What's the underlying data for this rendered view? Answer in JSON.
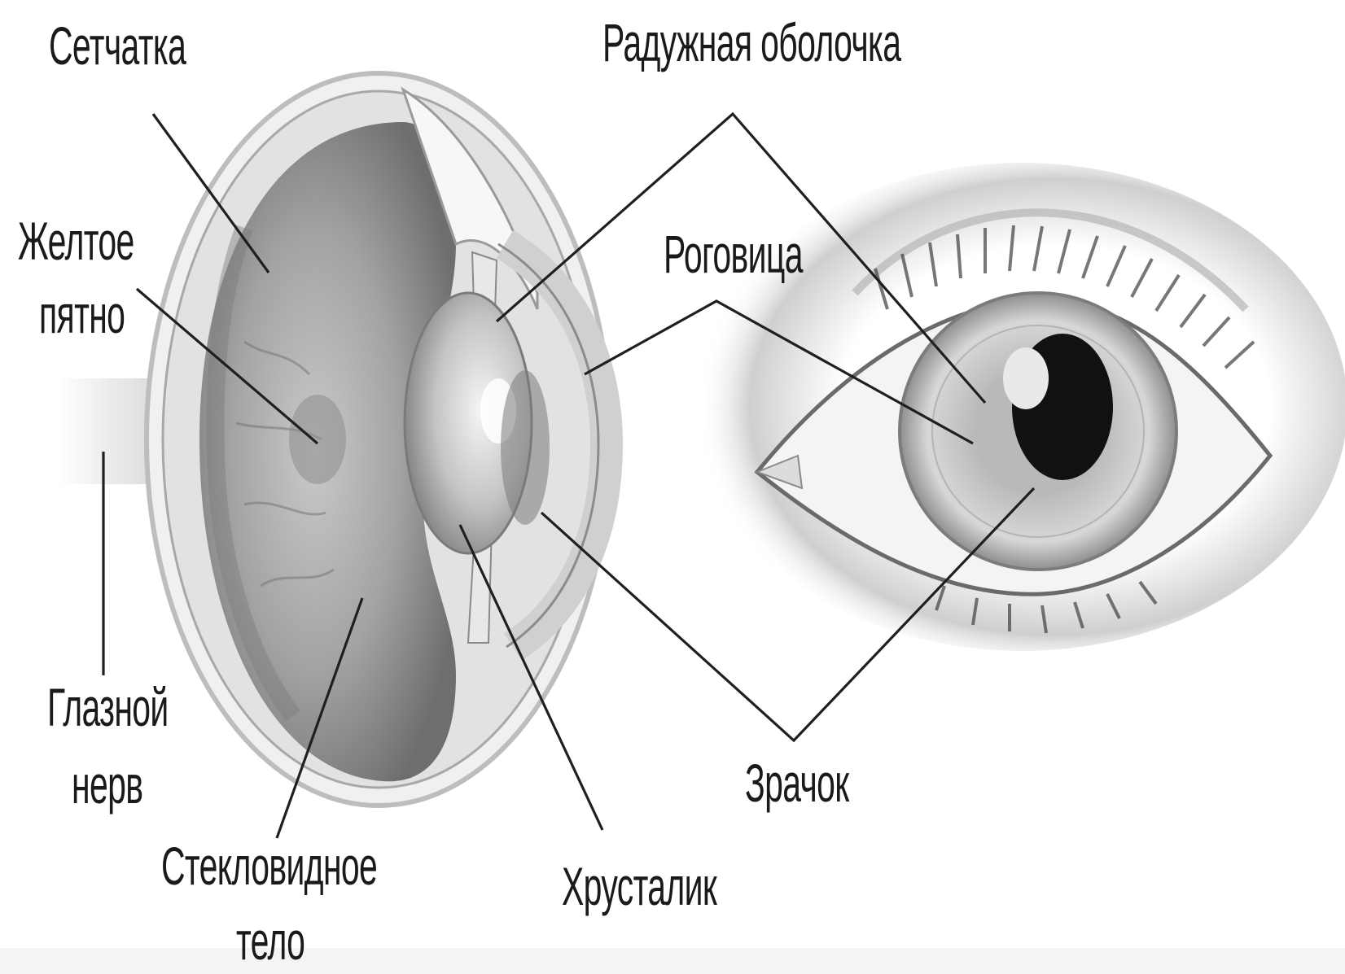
{
  "labels": {
    "retina": "Сетчатка",
    "iris": "Радужная оболочка",
    "macula_line1": "Желтое",
    "macula_line2": "пятно",
    "cornea": "Роговица",
    "optic_nerve_line1": "Глазной",
    "optic_nerve_line2": "нерв",
    "vitreous_line1": "Стекловидное",
    "vitreous_line2": "тело",
    "lens": "Хрусталик",
    "pupil": "Зрачок"
  },
  "colors": {
    "line": "#1f1f1f",
    "text": "#1a1a1a",
    "pupil": "#111111",
    "sclera": "#f2f2f2",
    "interior": "#9a9a9a"
  }
}
